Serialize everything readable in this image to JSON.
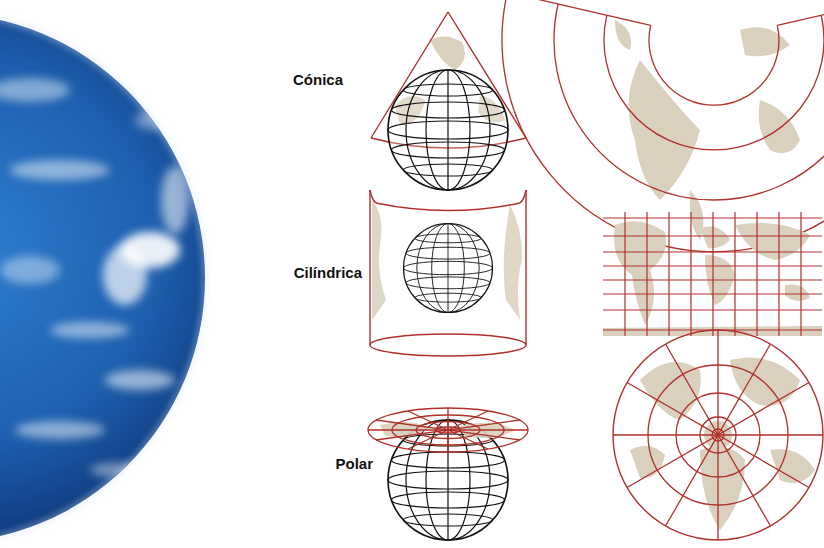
{
  "diagram": {
    "labels": [
      "Cónica",
      "Cilíndrica",
      "Polar"
    ]
  }
}
